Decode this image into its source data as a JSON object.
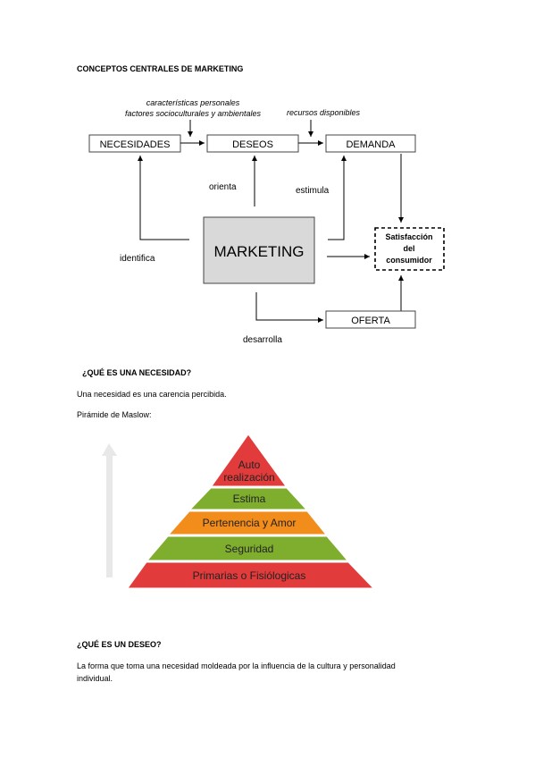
{
  "doc": {
    "title": "CONCEPTOS CENTRALES DE MARKETING",
    "q1": "¿QUÉ ES UNA NECESIDAD?",
    "p1": "Una necesidad es una carencia percibida.",
    "p2": "Pirámide de Maslow:",
    "q2": "¿QUÉ ES UN DESEO?",
    "p3_line1": "La forma que toma una necesidad moldeada por la influencia de la cultura y personalidad",
    "p3_line2": "individual."
  },
  "diagram": {
    "boxes": {
      "necesidades": "NECESIDADES",
      "deseos": "DESEOS",
      "demanda": "DEMANDA",
      "marketing": "MARKETING",
      "oferta": "OFERTA",
      "satisfaccion_l1": "Satisfacción",
      "satisfaccion_l2": "del",
      "satisfaccion_l3": "consumidor"
    },
    "notes": {
      "caract_l1": "características personales",
      "caract_l2": "factores socioculturales y ambientales",
      "recursos": "recursos disponibles"
    },
    "labels": {
      "orienta": "orienta",
      "estimula": "estimula",
      "identifica": "identifica",
      "desarrolla": "desarrolla"
    }
  },
  "pyramid": {
    "levels": [
      {
        "label_l1": "Auto",
        "label_l2": "realización",
        "color": "#e23b3b"
      },
      {
        "label": "Estima",
        "color": "#7fae2e"
      },
      {
        "label": "Pertenencia y Amor",
        "color": "#f28c1b"
      },
      {
        "label": "Seguridad",
        "color": "#7fae2e"
      },
      {
        "label": "Primarias o Fisiólogicas",
        "color": "#e23b3b"
      }
    ]
  }
}
